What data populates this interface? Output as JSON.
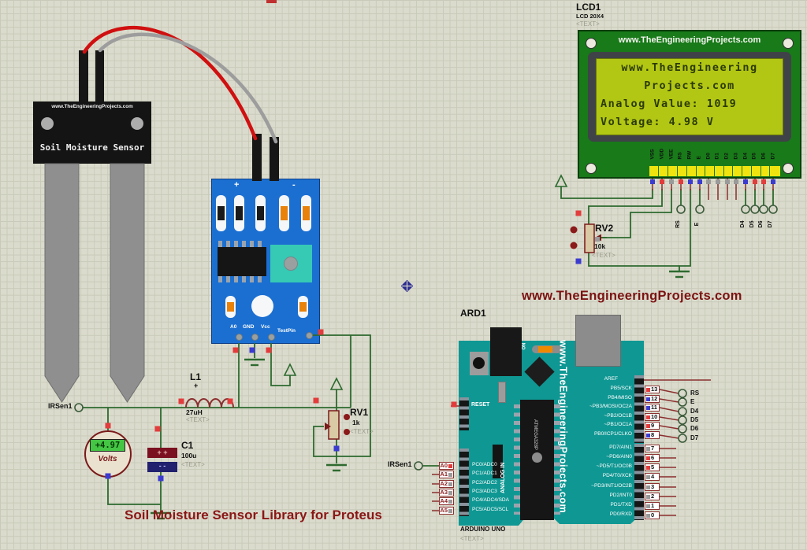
{
  "colors": {
    "wire_green": "#2d6a2f",
    "wire_maroon": "#8b2f2f",
    "module_blue": "#1b6fd1",
    "arduino_teal": "#0f9793",
    "lcd_pcb": "#187a19",
    "lcd_screen": "#b2c714",
    "accent_red": "#8b1616"
  },
  "titles": {
    "caption": "Soil Moisture Sensor Library for Proteus",
    "brand": "www.TheEngineeringProjects.com"
  },
  "sensor": {
    "brand": "www.TheEngineeringProjects.com",
    "name": "Soil Moisture Sensor"
  },
  "module": {
    "plus": "+",
    "minus": "-",
    "pin_a0": "A0",
    "pin_gnd": "GND",
    "pin_vcc": "Vcc",
    "pin_test": "TestPin"
  },
  "lcd": {
    "ref": "LCD1",
    "part": "LCD 20X4",
    "placeholder": "<TEXT>",
    "brand": "www.TheEngineeringProjects.com",
    "screen": [
      "www.TheEngineering",
      "Projects.com",
      "Analog Value: 1019",
      "Voltage: 4.98 V"
    ],
    "pins": [
      "VSS",
      "VDD",
      "VEE",
      "RS",
      "RW",
      "E",
      "D0",
      "D1",
      "D2",
      "D3",
      "D4",
      "D5",
      "D6",
      "D7"
    ]
  },
  "terminals": {
    "irsen1": "IRSen1",
    "rs": "RS",
    "e": "E",
    "d4": "D4",
    "d5": "D5",
    "d6": "D6",
    "d7": "D7"
  },
  "rv1": {
    "ref": "RV1",
    "value": "1k",
    "placeholder": "<TEXT>"
  },
  "rv2": {
    "ref": "RV2",
    "value": "10k",
    "placeholder": "<TEXT>"
  },
  "l1": {
    "ref": "L1",
    "plus": "+",
    "value": "27uH",
    "placeholder": "<TEXT>"
  },
  "c1": {
    "ref": "C1",
    "value": "100u",
    "placeholder": "<TEXT>",
    "plus_marks": "+  +",
    "minus_marks": "-  -"
  },
  "voltmeter": {
    "reading": "+4.97",
    "unit": "Volts"
  },
  "arduino": {
    "ref": "ARD1",
    "board_name": "ARDUINO UNO",
    "placeholder": "<TEXT>",
    "brand": "www.TheEngineeringProjects.com",
    "chip": "ATMEGA328P",
    "on": "ON",
    "reset": "RESET",
    "aref": "AREF",
    "analog_in": "ANALOG IN",
    "dt_nums": [
      "13",
      "12",
      "11",
      "10",
      "9",
      "8"
    ],
    "dt_labels": [
      "PB5/SCK",
      "PB4/MISO",
      "~PB3/MOSI/OC2A",
      "~PB2/OC1B",
      "~PB1/OC1A",
      "PB0/ICP1/CLKO"
    ],
    "db_nums": [
      "7",
      "6",
      "5",
      "4",
      "3",
      "2",
      "1",
      "0"
    ],
    "db_labels": [
      "PD7/AIN1",
      "~PD6/AIN0",
      "~PD5/T1/OC0B",
      "PD4/T0/XCK",
      "~PD3/INT1/OC2B",
      "PD2/INT0",
      "PD1/TXD",
      "PD0/RXD"
    ],
    "an_nums": [
      "A0",
      "A1",
      "A2",
      "A3",
      "A4",
      "A5"
    ],
    "an_labels": [
      "PC0/ADC0",
      "PC1/ADC1",
      "PC2/ADC2",
      "PC3/ADC3",
      "PC4/ADC4/SDA",
      "PC5/ADC5/SCL"
    ]
  }
}
